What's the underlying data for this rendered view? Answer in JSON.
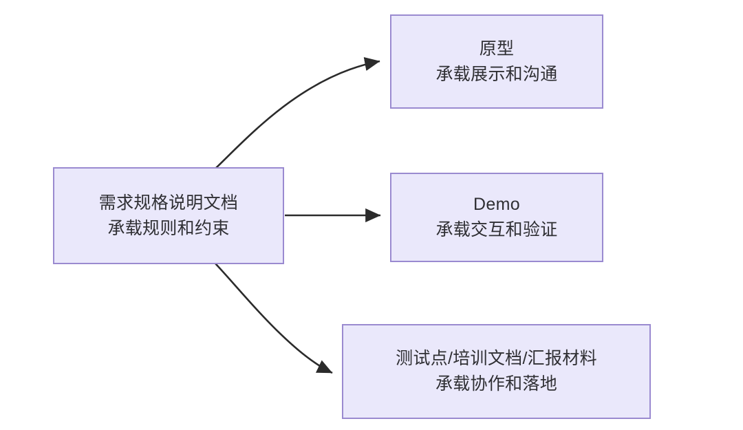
{
  "diagram": {
    "type": "flowchart",
    "background_color": "#ffffff",
    "node_fill_color": "#eae8fb",
    "node_border_color": "#9a8ad0",
    "text_color": "#2f2f33",
    "edge_color": "#2b2b2b",
    "nodes": [
      {
        "id": "spec",
        "name": "requirement-spec-document",
        "lines": [
          "需求规格说明文档",
          "承载规则和约束"
        ]
      },
      {
        "id": "prototype",
        "name": "prototype",
        "lines": [
          "原型",
          "承载展示和沟通"
        ]
      },
      {
        "id": "demo",
        "name": "demo",
        "lines": [
          "Demo",
          "承载交互和验证"
        ]
      },
      {
        "id": "assets",
        "name": "test-training-report-assets",
        "lines": [
          "测试点/培训文档/汇报材料",
          "承载协作和落地"
        ]
      }
    ],
    "edges": [
      {
        "name": "edge-spec-to-prototype",
        "from": "spec",
        "to": "prototype",
        "style": "curved",
        "arrowhead": "solid-triangle"
      },
      {
        "name": "edge-spec-to-demo",
        "from": "spec",
        "to": "demo",
        "style": "straight",
        "arrowhead": "solid-triangle"
      },
      {
        "name": "edge-spec-to-assets",
        "from": "spec",
        "to": "assets",
        "style": "curved",
        "arrowhead": "solid-triangle"
      }
    ]
  }
}
